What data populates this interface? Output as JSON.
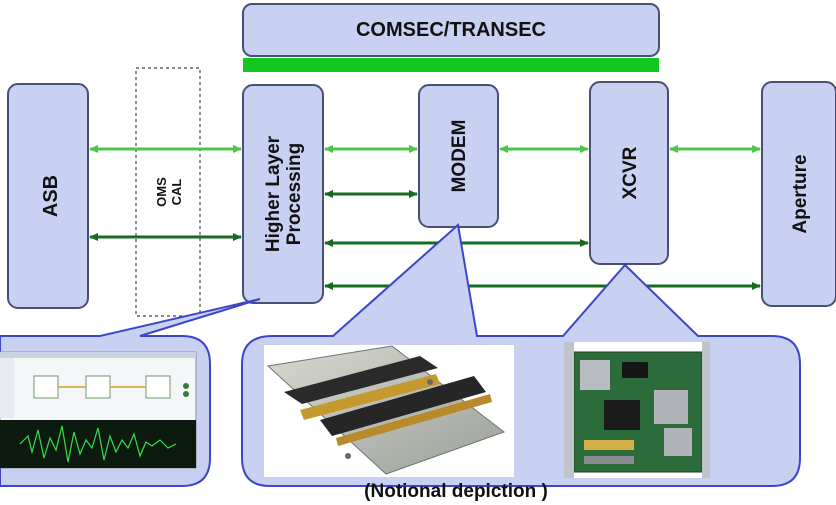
{
  "blocks": {
    "comsec": "COMSEC/TRANSEC",
    "asb": "ASB",
    "oms_cal_line1": "OMS",
    "oms_cal_line2": "CAL",
    "hlp_line1": "Higher Layer",
    "hlp_line2": "Processing",
    "modem": "MODEM",
    "xcvr": "XCVR",
    "aperture": "Aperture"
  },
  "caption": "(Notional depiction )",
  "colors": {
    "box_fill": "#c9d1f2",
    "box_stroke": "#4a5073",
    "callout_stroke": "#3d45c9",
    "light_green_arrow": "#4fc44a",
    "dark_green_arrow": "#166b1e",
    "comsec_bar": "#12c81e"
  }
}
